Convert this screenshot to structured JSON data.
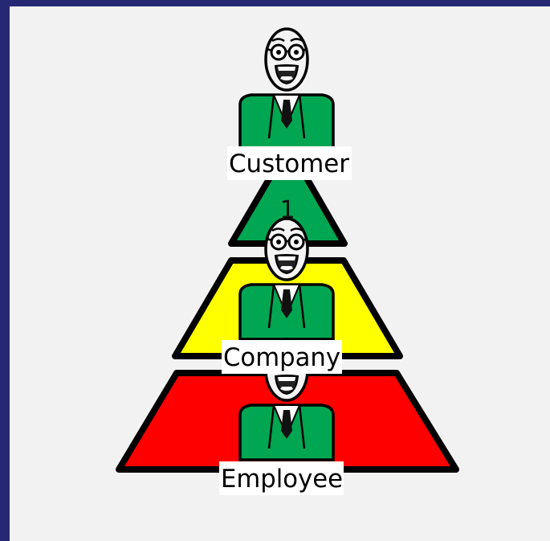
{
  "colors": {
    "frame_background": "#262874",
    "canvas_background": "#f2f2f2",
    "tier_top": "#00a651",
    "tier_middle": "#ffff00",
    "tier_bottom": "#ff0000",
    "outline": "#000000",
    "figure_suit": "#00a651"
  },
  "icon": "smiling-businessman-icon",
  "pyramid": {
    "top_tier": {
      "number": "1",
      "person_label": "Customer"
    },
    "middle_tier": {
      "person_label": "Company"
    },
    "bottom_tier": {
      "person_label": "Employee"
    }
  }
}
